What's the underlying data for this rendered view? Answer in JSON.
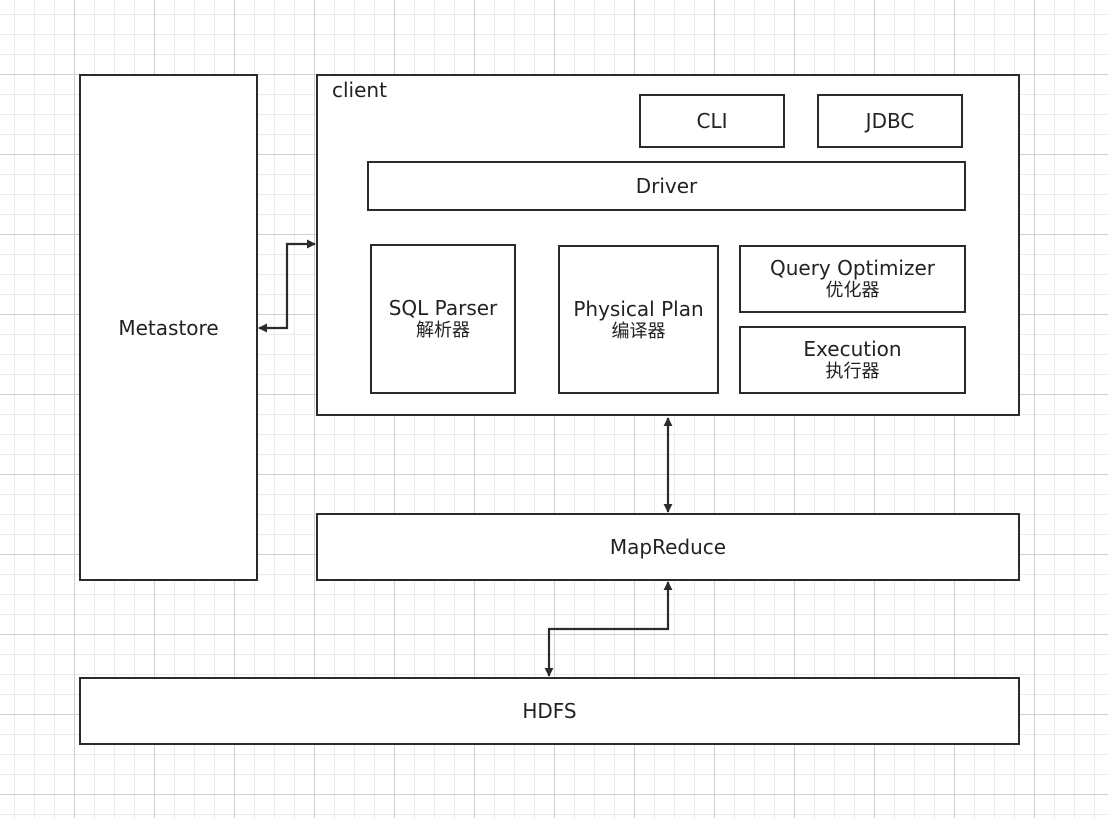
{
  "diagram": {
    "metastore": {
      "label": "Metastore"
    },
    "client": {
      "title": "client",
      "cli": {
        "label": "CLI"
      },
      "jdbc": {
        "label": "JDBC"
      },
      "driver": {
        "label": "Driver"
      },
      "sql_parser": {
        "label": "SQL Parser",
        "sub": "解析器"
      },
      "physical_plan": {
        "label": "Physical Plan",
        "sub": "编译器"
      },
      "query_optimizer": {
        "label": "Query Optimizer",
        "sub": "优化器"
      },
      "execution": {
        "label": "Execution",
        "sub": "执行器"
      }
    },
    "mapreduce": {
      "label": "MapReduce"
    },
    "hdfs": {
      "label": "HDFS"
    },
    "colors": {
      "stroke": "#2b2b2b",
      "background": "#ffffff",
      "grid_major": "#d0d0d0",
      "grid_minor": "#ebebeb"
    }
  }
}
